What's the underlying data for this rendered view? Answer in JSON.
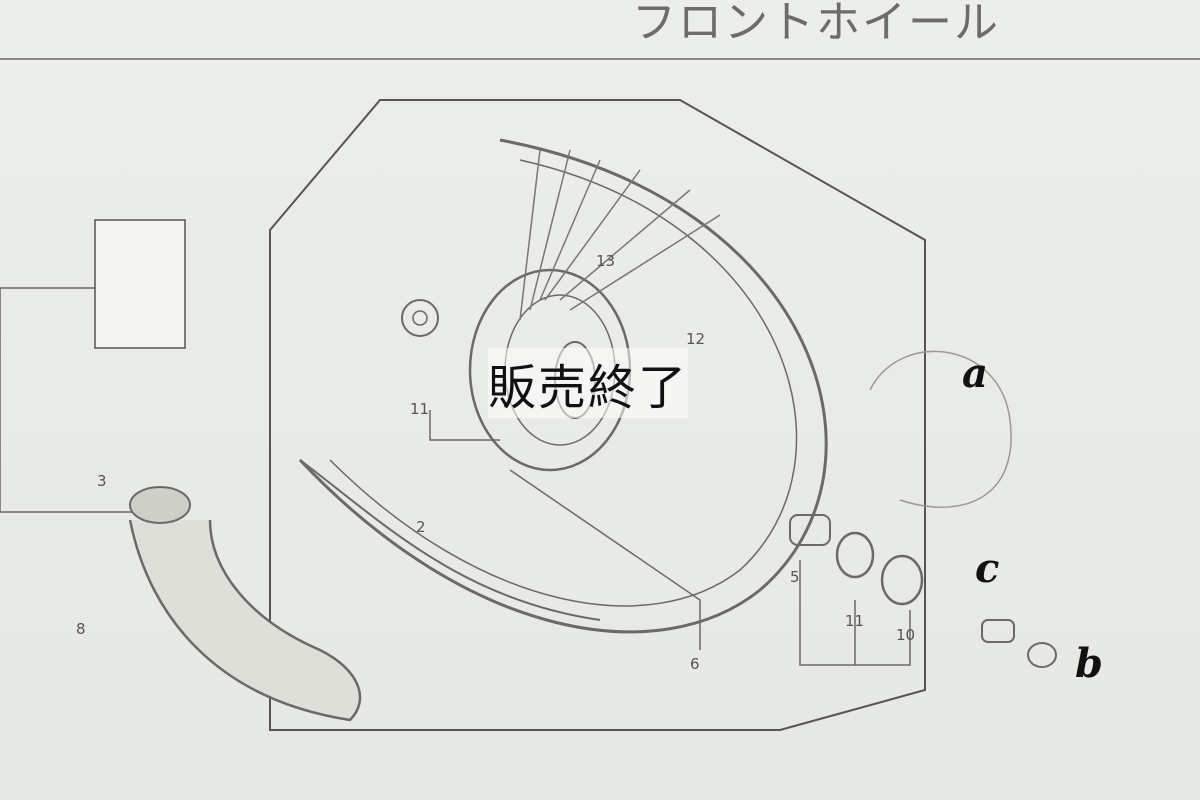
{
  "header": {
    "title": "フロントホイール"
  },
  "overlay": {
    "text": "販売終了"
  },
  "part_numbers": {
    "p13": "13",
    "p12": "12",
    "p11a": "11",
    "p3": "3",
    "p2": "2",
    "p8": "8",
    "p5": "5",
    "p11b": "11",
    "p10": "10",
    "p6": "6"
  },
  "annotations": {
    "a": "a",
    "b": "b",
    "c": "c"
  }
}
